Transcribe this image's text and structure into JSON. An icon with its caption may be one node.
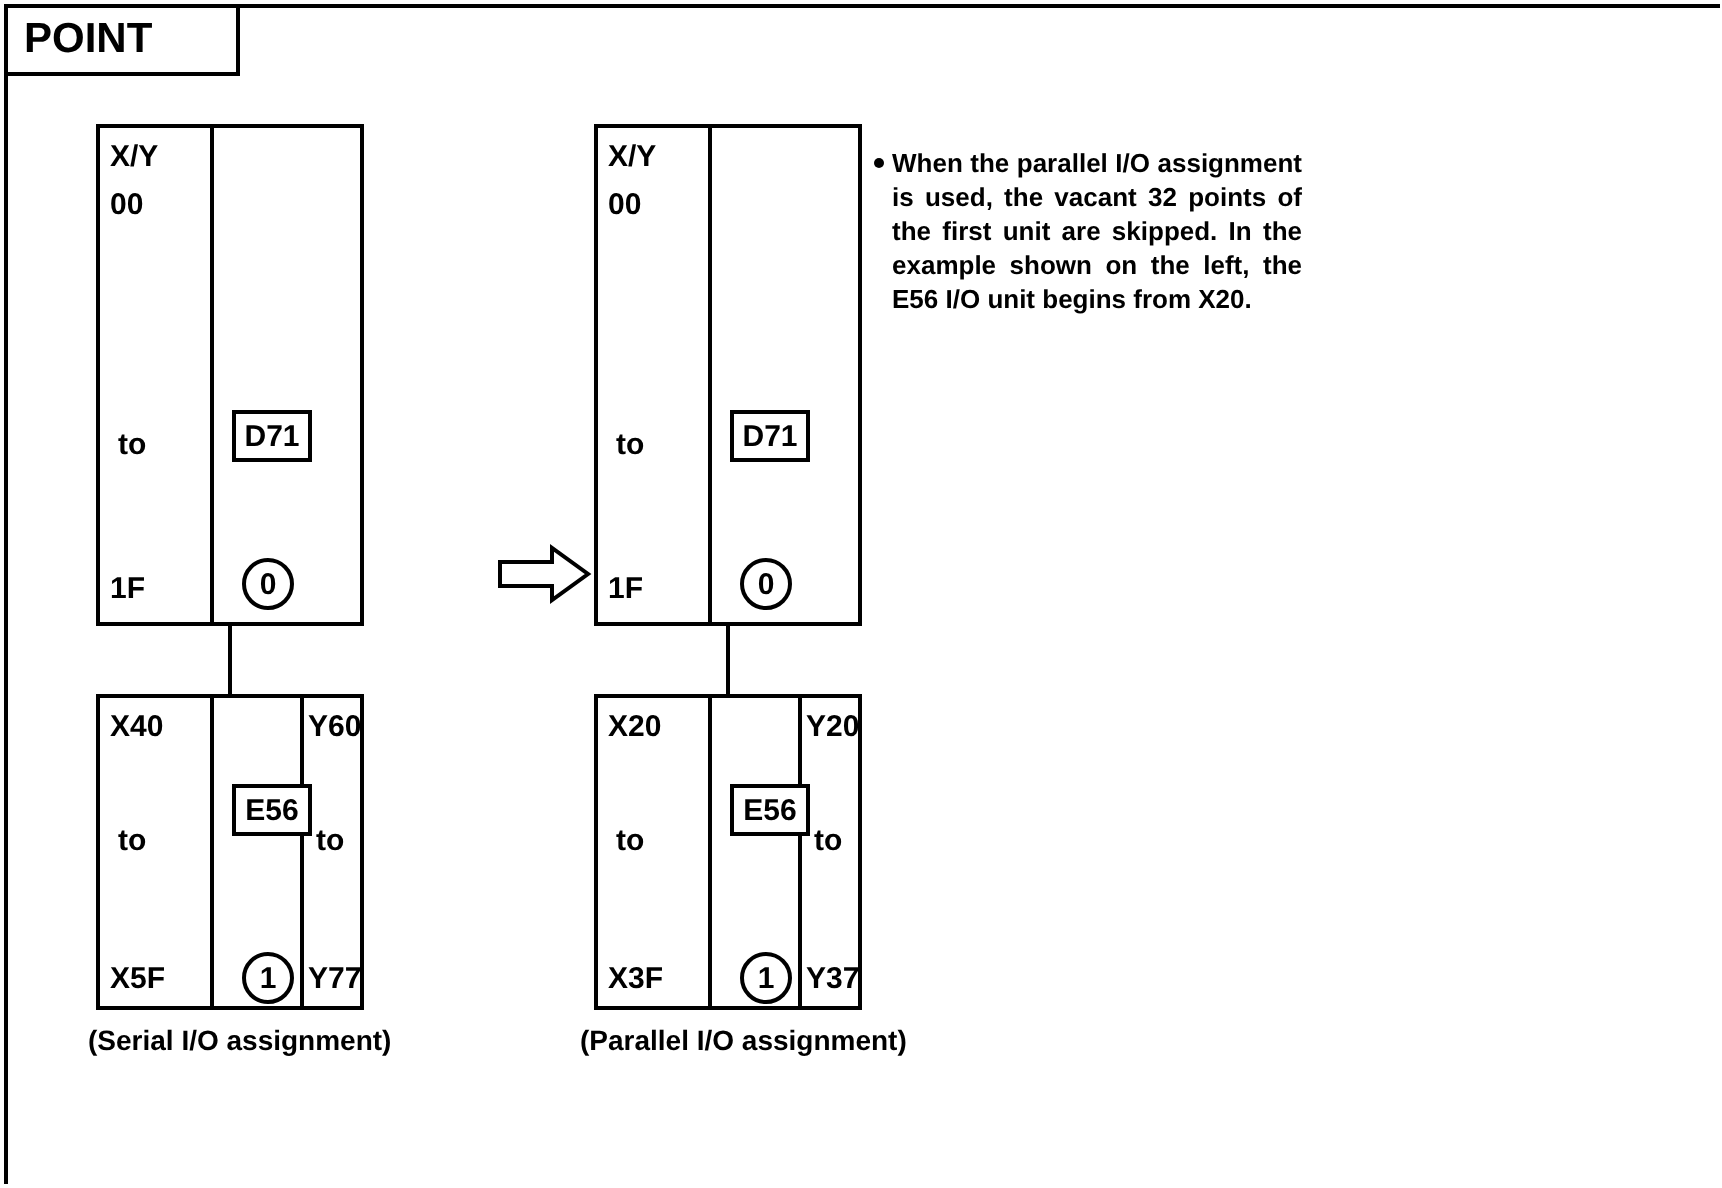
{
  "diagram": {
    "title": "POINT",
    "nodes": [
      {
        "text": [
          "X/Y",
          "00",
          "to",
          "1F"
        ]
      },
      {
        "text": [
          "D71"
        ],
        "in": 0
      },
      {
        "text": [
          "0"
        ],
        "in": 0
      },
      {
        "text": [
          "X40",
          "to",
          "X5F",
          "Y60",
          "to",
          "Y77"
        ]
      },
      {
        "text": [
          "E56"
        ],
        "in": 3
      },
      {
        "text": [
          "1"
        ],
        "in": 3
      },
      {
        "text": [
          "X/Y",
          "00",
          "to",
          "1F"
        ]
      },
      {
        "text": [
          "D71"
        ],
        "in": 6
      },
      {
        "text": [
          "0"
        ],
        "in": 6
      },
      {
        "text": [
          "X20",
          "to",
          "X3F",
          "Y20",
          "to",
          "Y37"
        ]
      },
      {
        "text": [
          "E56"
        ],
        "in": 9
      },
      {
        "text": [
          "1"
        ],
        "in": 9
      }
    ],
    "edges": [
      {
        "from": 0,
        "to": 3,
        "arrow": "none"
      },
      {
        "from": 6,
        "to": 9,
        "arrow": "none"
      },
      {
        "from": null,
        "to": 6,
        "arrow": "to"
      }
    ],
    "labels": [
      "When the parallel I/O assignment is used, the vacant 32 points of the first unit are skipped. In the example shown on the left, the E56 I/O unit begins from X20.",
      "(Serial I/O assignment)",
      "(Parallel I/O assignment)"
    ]
  }
}
